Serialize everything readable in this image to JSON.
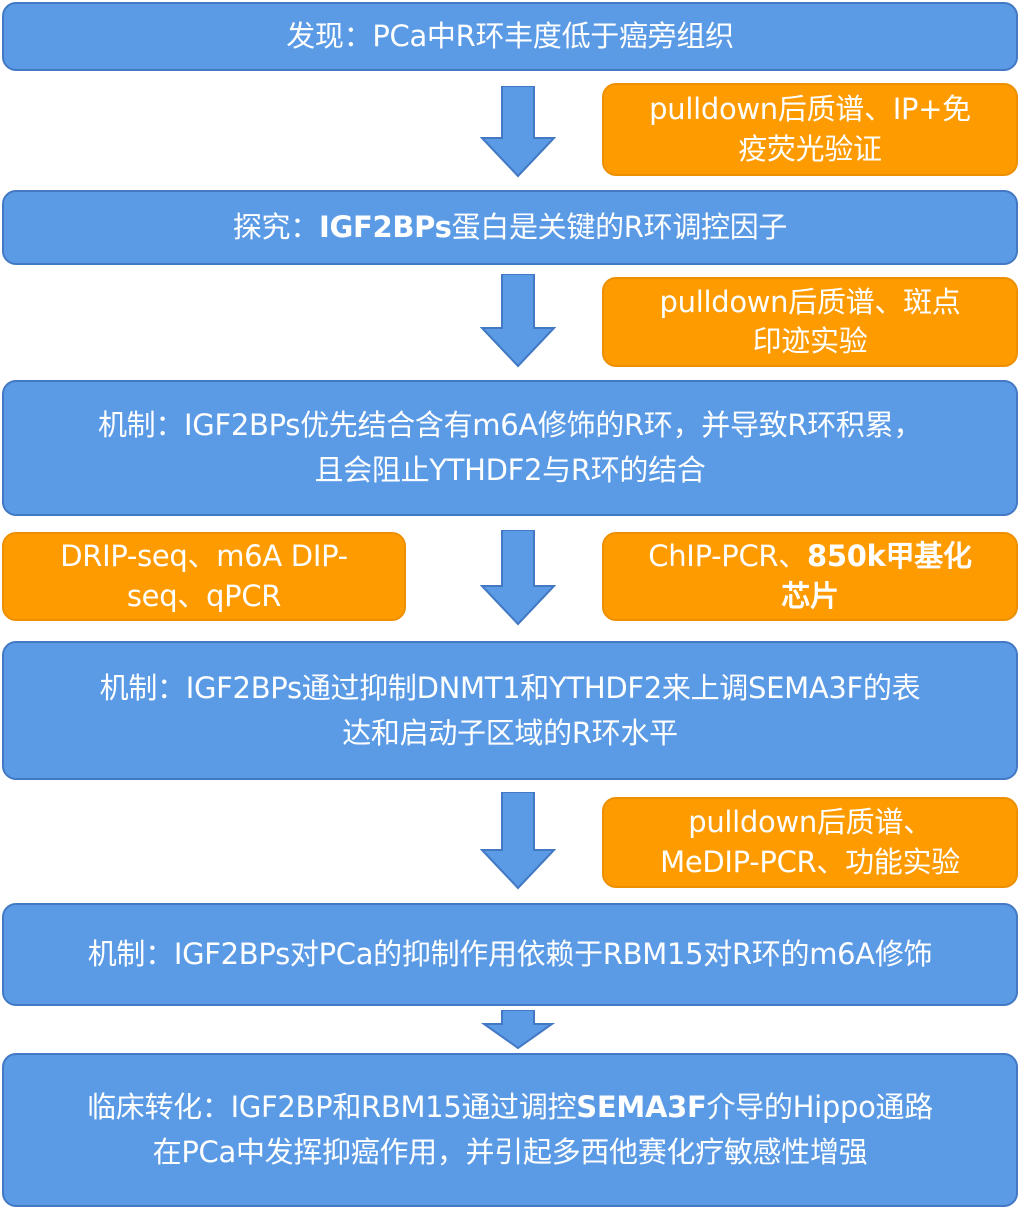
{
  "colors": {
    "blue_box": "#5b9be6",
    "blue_border": "#4379c4",
    "orange_box": "#fd9b00",
    "arrow": "#5b9be6",
    "text": "#ffffff"
  },
  "steps": [
    {
      "line1_pre": "发现：PCa中R环丰度低于癌旁组织"
    },
    {
      "line1_pre": "探究：",
      "line1_bold": "IGF2BPs",
      "line1_post": "蛋白是关键的R环调控因子"
    },
    {
      "line1": "机制：IGF2BPs优先结合含有m6A修饰的R环，并导致R环积累，",
      "line2": "且会阻止YTHDF2与R环的结合"
    },
    {
      "line1": "机制：IGF2BPs通过抑制DNMT1和YTHDF2来上调SEMA3F的表",
      "line2": "达和启动子区域的R环水平"
    },
    {
      "line1_pre": "机制：IGF2BPs对PCa的抑制作用依赖于RBM15对R环的m6A修饰"
    },
    {
      "line1_pre": "临床转化：IGF2BP和RBM15通过调控",
      "line1_bold": "SEMA3F",
      "line1_post": "介导的Hippo通路",
      "line2": "在PCa中发挥抑癌作用，并引起多西他赛化疗敏感性增强"
    }
  ],
  "methods": [
    {
      "line1": "pulldown后质谱、IP+免",
      "line2": "疫荧光验证"
    },
    {
      "line1": "pulldown后质谱、斑点",
      "line2": "印迹实验"
    },
    {
      "line1": "DRIP-seq、m6A DIP-",
      "line2": "seq、qPCR"
    },
    {
      "line1_pre": "ChIP-PCR、",
      "line1_bold": "850k甲基化",
      "line2_bold": "芯片"
    },
    {
      "line1": "pulldown后质谱、",
      "line2": "MeDIP-PCR、功能实验"
    }
  ]
}
